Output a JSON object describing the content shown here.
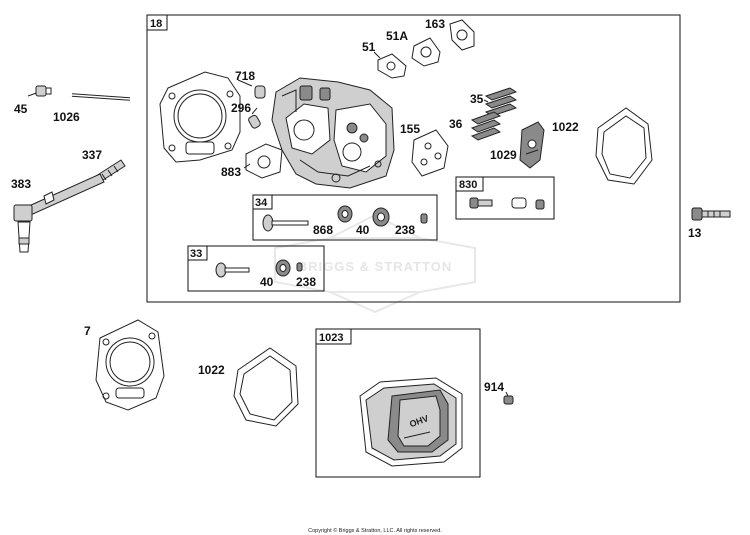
{
  "boxes": {
    "main": "18",
    "intake_valve_kit": "34",
    "exhaust_valve_kit": "33",
    "rocker_kit": "830",
    "cover_assembly": "1023"
  },
  "labels": {
    "p45": "45",
    "p1026": "1026",
    "p337": "337",
    "p383": "383",
    "p718": "718",
    "p296": "296",
    "p883": "883",
    "p51": "51",
    "p51a": "51A",
    "p163": "163",
    "p35": "35",
    "p36": "36",
    "p155": "155",
    "p1029": "1029",
    "p1022_top": "1022",
    "p13": "13",
    "p868": "868",
    "p40_a": "40",
    "p238_a": "238",
    "p40_b": "40",
    "p238_b": "238",
    "p7": "7",
    "p1022_bottom": "1022",
    "p914": "914"
  },
  "watermark": "BRIGGS & STRATTON",
  "cover_logo": "OHV",
  "copyright": "Copyright © Briggs & Stratton, LLC. All rights reserved."
}
